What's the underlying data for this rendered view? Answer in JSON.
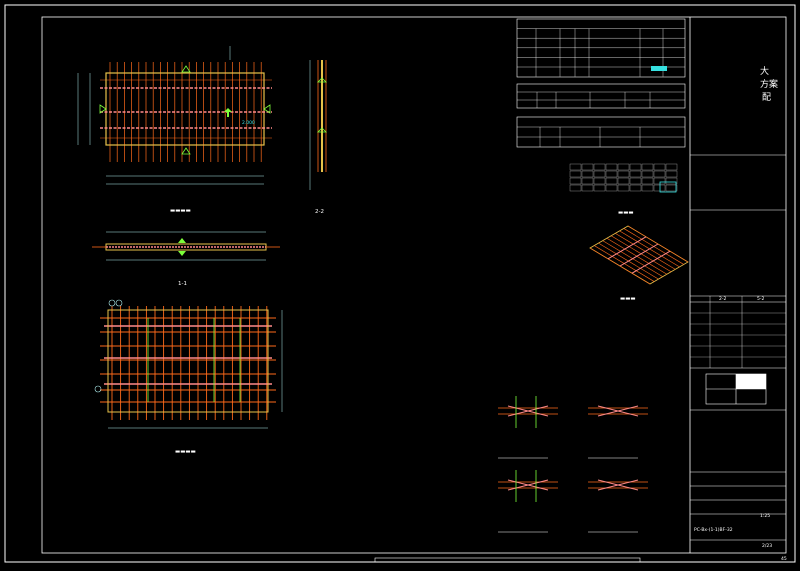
{
  "title_block": {
    "vertical_title": "大方案配",
    "code": "PC-Bx-(1-1)BF-32",
    "scale": "1:25",
    "page": "2/23",
    "header_cells": [
      "2-2",
      "5-2"
    ]
  },
  "marks": {
    "elevation": "2.000",
    "section_bottom": "2-2",
    "section_small": "1-1",
    "corner_page": "45"
  },
  "colors": {
    "background": "#000000",
    "frame": "#ffffff",
    "bars": "#ff6a1a",
    "slab": "#e8c24a",
    "highlight": "#ff8a8a",
    "dimension": "#b0f0f0",
    "marker": "#7cff3a",
    "cyan_cell": "#36e0e0"
  }
}
